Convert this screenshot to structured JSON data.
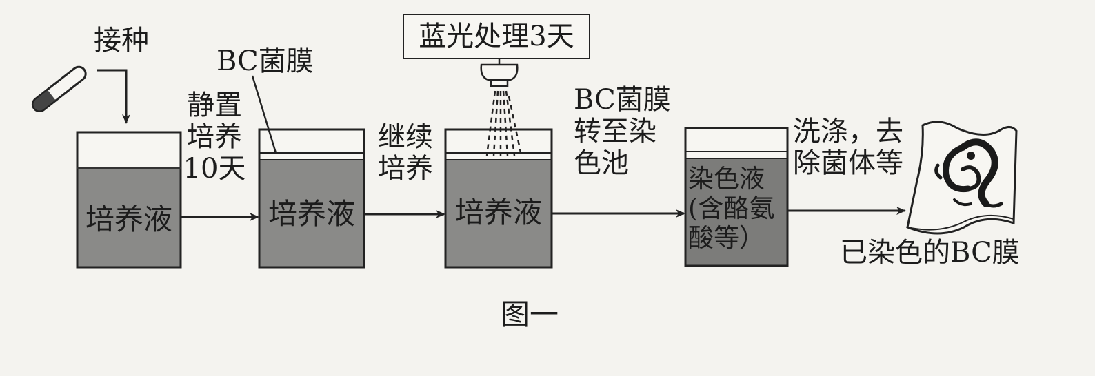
{
  "labels": {
    "inoculate": "接种",
    "bc_film": "BC菌膜",
    "static_culture": [
      "静置",
      "培养",
      "10天"
    ],
    "continue_culture": [
      "继续",
      "培养"
    ],
    "blue_light": "蓝光处理3天",
    "transfer": [
      "BC菌膜",
      "转至染",
      "色池"
    ],
    "wash": [
      "洗涤，去",
      "除菌体等"
    ],
    "medium": "培养液",
    "dye_liquid": [
      "染色液",
      "(含酪氨",
      "酸等）"
    ],
    "dyed_film": "已染色的BC膜",
    "caption": "图一"
  },
  "colors": {
    "liquid": "#8a8a88",
    "dye": "#7c7c7a",
    "line": "#222222",
    "background": "#f4f3ef"
  },
  "icons": [
    "test-tube-icon",
    "lamp-icon",
    "dragon-pattern-icon"
  ]
}
